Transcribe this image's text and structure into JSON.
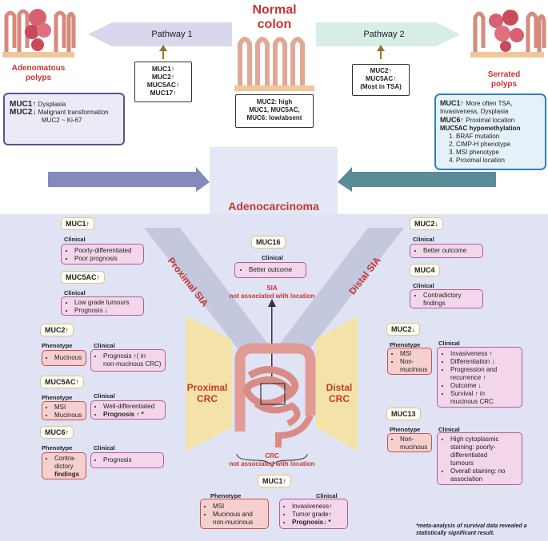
{
  "top": {
    "normal_colon": "Normal\ncolon",
    "pathway1": "Pathway 1",
    "pathway2": "Pathway 2",
    "adenomatous": "Adenomatous\npolyps",
    "serrated": "Serrated\npolyps",
    "p1_mucins": [
      "MUC1↑",
      "MUC2↑",
      "MUC5AC↑",
      "MUC17↑"
    ],
    "p2_mucins": [
      "MUC2↑",
      "MUC5AC↑",
      "(Most in TSA)"
    ],
    "normal_box": [
      "MUC2: high",
      "MUC1, MUC5AC,",
      "MUC6: low/absent"
    ],
    "aden_box": {
      "l1_gene": "MUC1↑",
      "l1_text": "Dysplasia",
      "l2_gene": "MUC2↓",
      "l2_text": "Malignant transformation",
      "l3": "MUC2 ~ Ki-67"
    },
    "serr_box": {
      "l1_gene": "MUC1↑",
      "l1_text": "More often TSA,",
      "l2": "Invasiveness, Dysplasia",
      "l3_gene": "MUC6↑",
      "l3_text": "Proximal location",
      "l4": "MUC5AC hypomethylation",
      "items": [
        "BRAF mutation",
        "CIMP-H phenotype",
        "MSI phenotype",
        "Proximal location"
      ]
    },
    "adenocarcinoma": "Adenocarcinoma"
  },
  "labels": {
    "clinical": "Clinical",
    "phenotype": "Phenotype",
    "proximal_sia": "Proximal SIA",
    "distal_sia": "Distal SIA",
    "proximal_crc": "Proximal\nCRC",
    "distal_crc": "Distal\nCRC",
    "sia_note": "SIA\nnot associated with location",
    "crc_note": "CRC\nnot associated with location",
    "footnote": "*meta-analysis of survival data revealed a\nstatistically significant result."
  },
  "left": {
    "muc1": {
      "gene": "MUC1↑",
      "clinical": [
        "Poorly-differentiated",
        "Poor prognosis"
      ]
    },
    "muc5ac_sia": {
      "gene": "MUC5AC↑",
      "clinical": [
        "Low grade tumours",
        "Prognosis ↓"
      ]
    },
    "muc2": {
      "gene": "MUC2↑",
      "phenotype": [
        "Mucinous"
      ],
      "clinical": [
        "Prognosis ↑( in",
        "non-mucinous CRC)"
      ]
    },
    "muc5ac_crc": {
      "gene": "MUC5AC↑",
      "phenotype": [
        "MSI",
        "Mucinous"
      ],
      "clinical": [
        "Well-differentiated",
        "Prognosis ↑ *"
      ]
    },
    "muc6": {
      "gene": "MUC6↑",
      "phenotype": [
        "Contra-",
        "dictory",
        "findings"
      ],
      "clinical": [
        "Prognosis"
      ]
    }
  },
  "center": {
    "muc16": {
      "gene": "MUC16",
      "clinical": [
        "Better outcome"
      ]
    },
    "muc1": {
      "gene": "MUC1↑",
      "phenotype": [
        "MSI",
        "Mucinous and",
        "non-mucinous"
      ],
      "clinical": [
        "Invasiveness↑",
        "Tumor grade↑",
        "Prognosis↓ *"
      ]
    }
  },
  "right": {
    "muc2_sia": {
      "gene": "MUC2↓",
      "clinical": [
        "Better outcome"
      ]
    },
    "muc4": {
      "gene": "MUC4",
      "clinical": [
        "Contradictory",
        "findings"
      ]
    },
    "muc2_crc": {
      "gene": "MUC2↓",
      "phenotype": [
        "MSI",
        "Non-",
        "mucinous"
      ],
      "clinical": [
        "Invasiveness ↑",
        "Differentiation ↓",
        "Progression and",
        "recurrence ↑",
        "Outcome ↓",
        "Survival ↑ in",
        "mucinous CRC"
      ]
    },
    "muc13": {
      "gene": "MUC13",
      "phenotype": [
        "Non-",
        "mucinous"
      ],
      "clinical": [
        "High cytoplasmic",
        "staining: poorly-",
        "differentiated",
        "tumours",
        "Overall staining: no",
        "association"
      ]
    }
  },
  "colors": {
    "red_text": "#c8362f",
    "navy_box": "#5a4f9a",
    "blue_box": "#2f7fc4",
    "pink_box": "#f3d6ea",
    "red_box": "#f6cfcf",
    "gene_border": "#d6c68a"
  }
}
